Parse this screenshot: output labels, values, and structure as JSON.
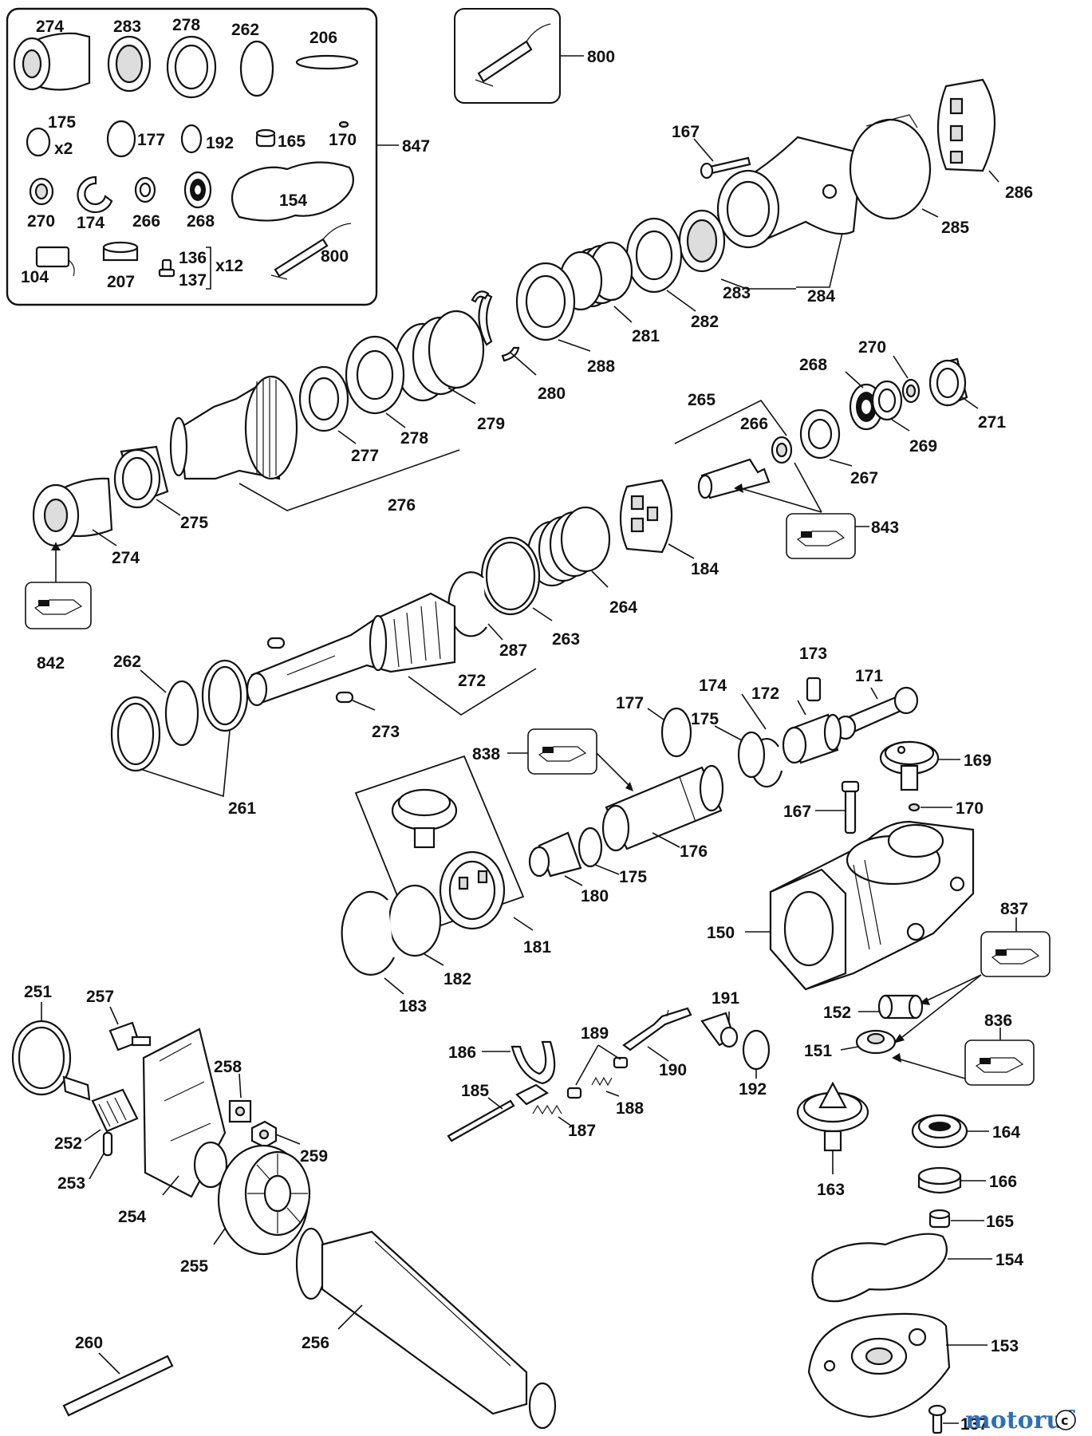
{
  "labels": {
    "p274a": "274",
    "p283a": "283",
    "p278a": "278",
    "p262a": "262",
    "p206": "206",
    "p175a": "175",
    "x2": "x2",
    "p177a": "177",
    "p192a": "192",
    "p165a": "165",
    "p170a": "170",
    "p847": "847",
    "p270a": "270",
    "p174a": "174",
    "p266a": "266",
    "p268a": "268",
    "p154a": "154",
    "p104": "104",
    "p207": "207",
    "p136": "136",
    "p137a": "137",
    "x12": "x12",
    "p800a": "800",
    "p800b": "800",
    "p167a": "167",
    "p286": "286",
    "p285": "285",
    "p283b": "283",
    "p284": "284",
    "p282": "282",
    "p281": "281",
    "p288": "288",
    "p280": "280",
    "p279": "279",
    "p278b": "278",
    "p277": "277",
    "p276": "276",
    "p268b": "268",
    "p270b": "270",
    "p271": "271",
    "p269": "269",
    "p265": "265",
    "p266b": "266",
    "p267": "267",
    "p843": "843",
    "p275": "275",
    "p274b": "274",
    "p842": "842",
    "p184": "184",
    "p264": "264",
    "p263": "263",
    "p287": "287",
    "p272": "272",
    "p273": "273",
    "p262b": "262",
    "p261": "261",
    "p173": "173",
    "p171": "171",
    "p174b": "174",
    "p172": "172",
    "p177b": "177",
    "p175b": "175",
    "p838": "838",
    "p169": "169",
    "p167b": "167",
    "p170b": "170",
    "p176": "176",
    "p175c": "175",
    "p180": "180",
    "p181": "181",
    "p182": "182",
    "p183": "183",
    "p150": "150",
    "p837": "837",
    "p152": "152",
    "p151": "151",
    "p836": "836",
    "p251": "251",
    "p257": "257",
    "p258": "258",
    "p252": "252",
    "p259": "259",
    "p253": "253",
    "p254": "254",
    "p255": "255",
    "p256": "256",
    "p260": "260",
    "p186": "186",
    "p189": "189",
    "p185": "185",
    "p187": "187",
    "p188": "188",
    "p190": "190",
    "p191": "191",
    "p192b": "192",
    "p163": "163",
    "p164": "164",
    "p166": "166",
    "p165b": "165",
    "p154b": "154",
    "p153": "153",
    "p137b": "137"
  },
  "watermark": {
    "text": "motoruf",
    "mark": "c"
  },
  "colors": {
    "line": "#111111",
    "background": "#ffffff",
    "watermark": [
      "#2c6fb8",
      "#e0312f",
      "#f2a51c",
      "#3aa24a"
    ]
  }
}
